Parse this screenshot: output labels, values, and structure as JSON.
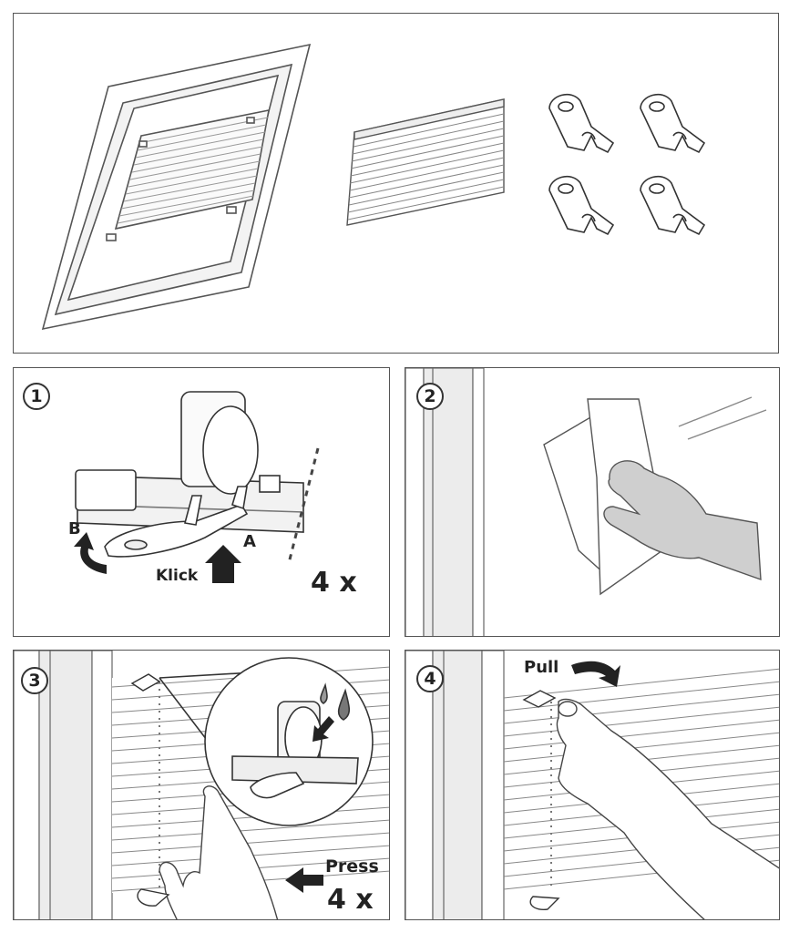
{
  "parts": {
    "clip_count": 4
  },
  "steps": [
    {
      "number": "1",
      "labels": {
        "b": "B",
        "a": "A",
        "click": "Klick",
        "count": "4 x"
      }
    },
    {
      "number": "2"
    },
    {
      "number": "3",
      "labels": {
        "press": "Press",
        "count": "4 x"
      }
    },
    {
      "number": "4",
      "labels": {
        "pull": "Pull"
      }
    }
  ]
}
